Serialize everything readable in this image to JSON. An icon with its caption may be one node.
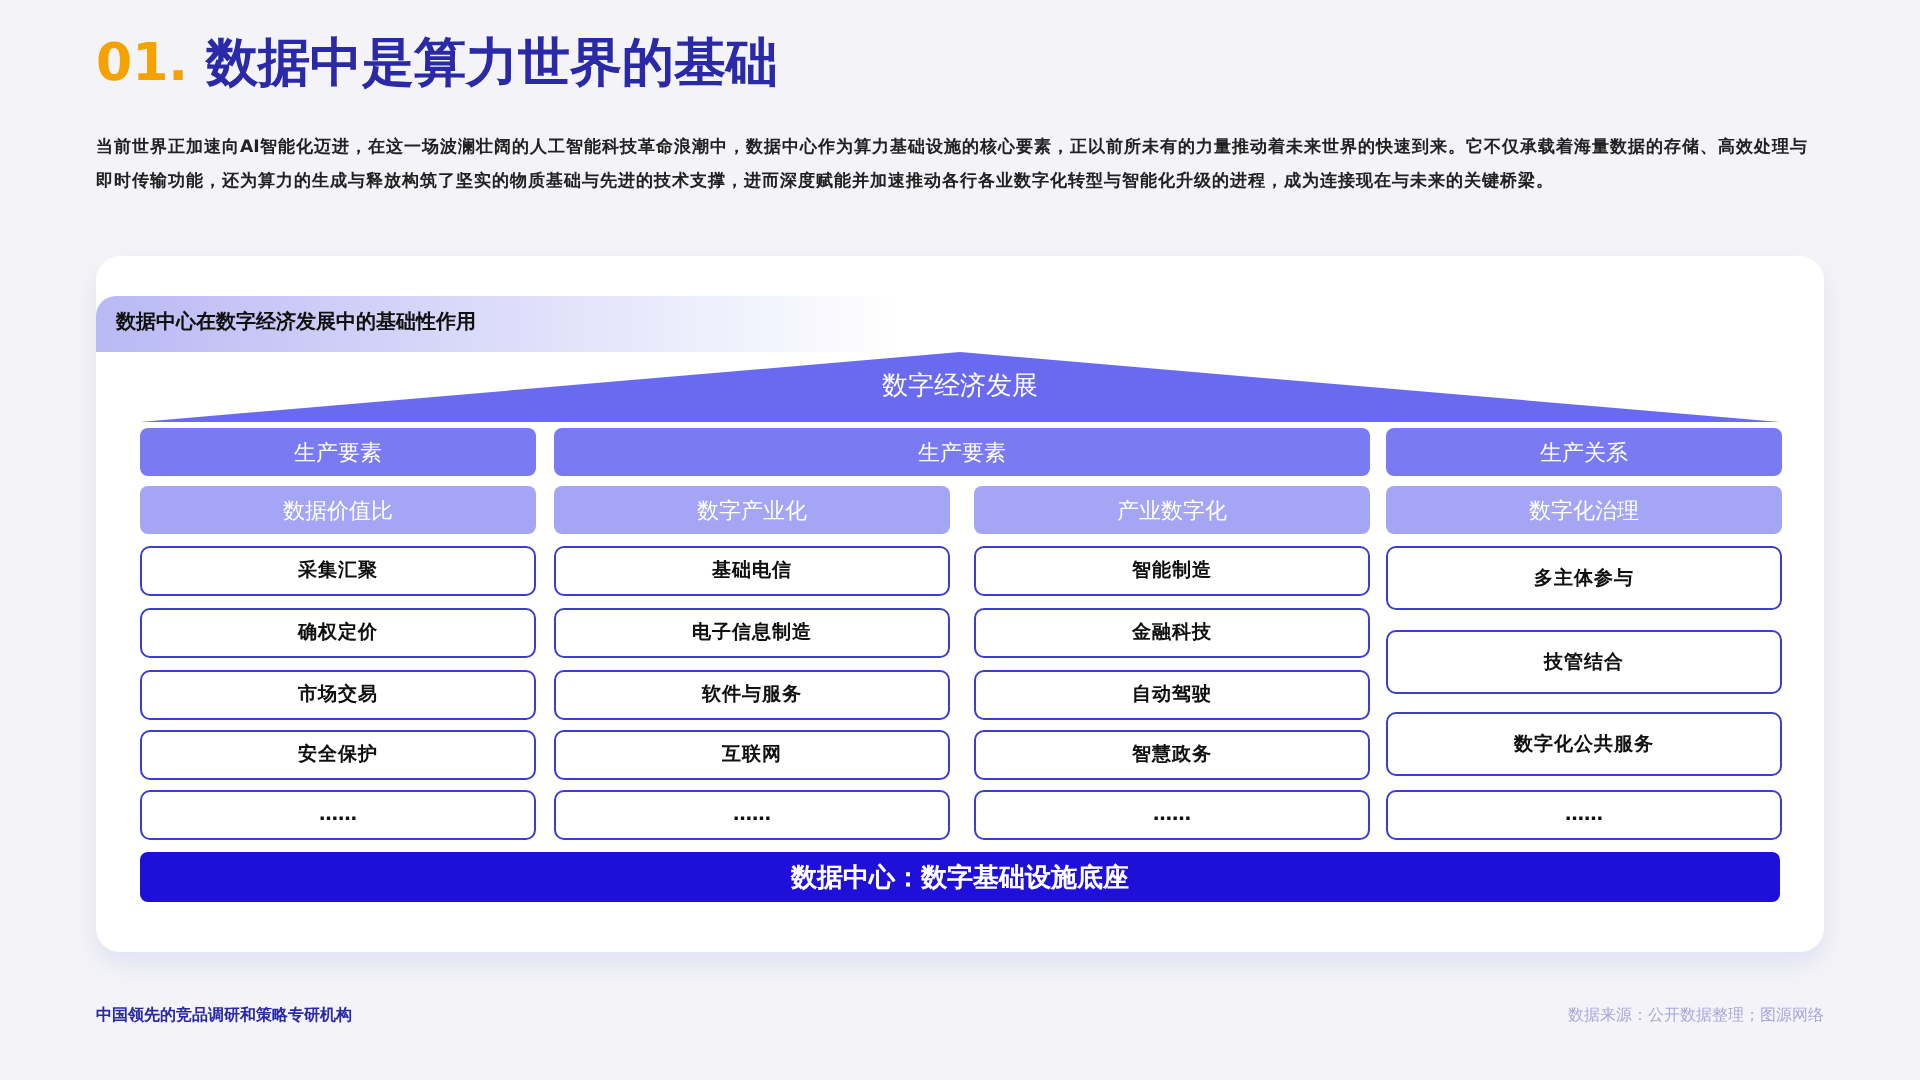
{
  "diagram": {
    "title": "01. 数据中是算力世界的基础",
    "nodes": [
      {
        "text": [
          "数据中心在数字经济发展中的基础性作用"
        ]
      },
      {
        "text": [
          "数字经济发展"
        ],
        "in": 0
      },
      {
        "text": [
          "生产要素"
        ],
        "in": 0
      },
      {
        "text": [
          "生产要素"
        ],
        "in": 0
      },
      {
        "text": [
          "生产关系"
        ],
        "in": 0
      },
      {
        "text": [
          "数据价值比"
        ],
        "in": 0
      },
      {
        "text": [
          "数字产业化"
        ],
        "in": 0
      },
      {
        "text": [
          "产业数字化"
        ],
        "in": 0
      },
      {
        "text": [
          "数字化治理"
        ],
        "in": 0
      },
      {
        "text": [
          "采集汇聚"
        ],
        "in": 0
      },
      {
        "text": [
          "确权定价"
        ],
        "in": 0
      },
      {
        "text": [
          "市场交易"
        ],
        "in": 0
      },
      {
        "text": [
          "安全保护"
        ],
        "in": 0
      },
      {
        "text": [
          "……"
        ],
        "in": 0
      },
      {
        "text": [
          "基础电信"
        ],
        "in": 0
      },
      {
        "text": [
          "电子信息制造"
        ],
        "in": 0
      },
      {
        "text": [
          "软件与服务"
        ],
        "in": 0
      },
      {
        "text": [
          "互联网"
        ],
        "in": 0
      },
      {
        "text": [
          "……"
        ],
        "in": 0
      },
      {
        "text": [
          "智能制造"
        ],
        "in": 0
      },
      {
        "text": [
          "金融科技"
        ],
        "in": 0
      },
      {
        "text": [
          "自动驾驶"
        ],
        "in": 0
      },
      {
        "text": [
          "智慧政务"
        ],
        "in": 0
      },
      {
        "text": [
          "……"
        ],
        "in": 0
      },
      {
        "text": [
          "多主体参与"
        ],
        "in": 0
      },
      {
        "text": [
          "技管结合"
        ],
        "in": 0
      },
      {
        "text": [
          "数字化公共服务"
        ],
        "in": 0
      },
      {
        "text": [
          "……"
        ],
        "in": 0
      },
      {
        "text": [
          "数据中心：数字基础设施底座"
        ],
        "in": 0
      }
    ],
    "labels": [
      "当前世界正加速向AI智能化迈进，在这一场波澜壮阔的人工智能科技革命浪潮中，数据中心作为算力基础设施的核心要素，正以前所未有的力量推动着未来世界的快速到来。它不仅承载着海量数据的存储、高效处理与即时传输功能，还为算力的生成与释放构筑了坚实的物质基础与先进的技术支撑，进而深度赋能并加速推动各行各业数字化转型与智能化升级的进程，成为连接现在与未来的关键桥梁。",
      "中国领先的竞品调研和策略专研机构",
      "数据来源：公开数据整理；图源网络"
    ]
  }
}
